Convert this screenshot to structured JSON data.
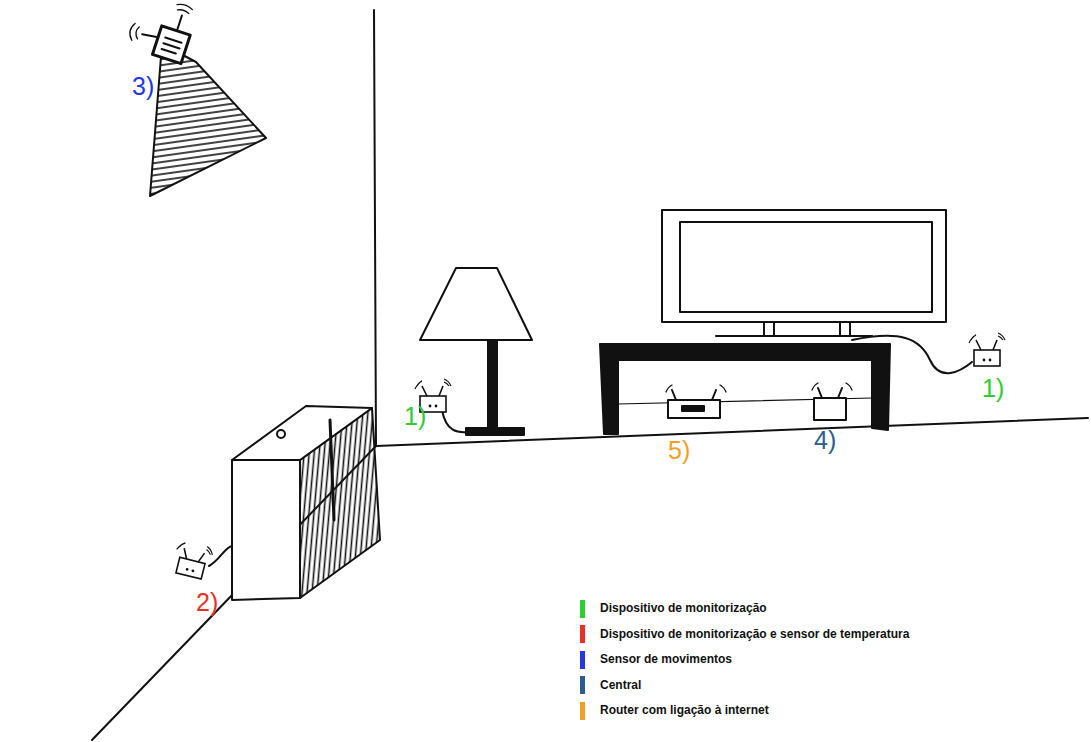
{
  "diagram": {
    "labels": [
      "3)",
      "1)",
      "1)",
      "2)",
      "5)",
      "4)"
    ],
    "legend": [
      {
        "text": "Dispositivo de monitorização",
        "color": "#2fcc2f"
      },
      {
        "text": "Dispositivo de monitorização e sensor de temperatura",
        "color": "#e8302a"
      },
      {
        "text": "Sensor de movimentos",
        "color": "#2437e0"
      },
      {
        "text": "Central",
        "color": "#2c5d8f"
      },
      {
        "text": "Router com ligação à internet",
        "color": "#f0a024"
      }
    ]
  }
}
